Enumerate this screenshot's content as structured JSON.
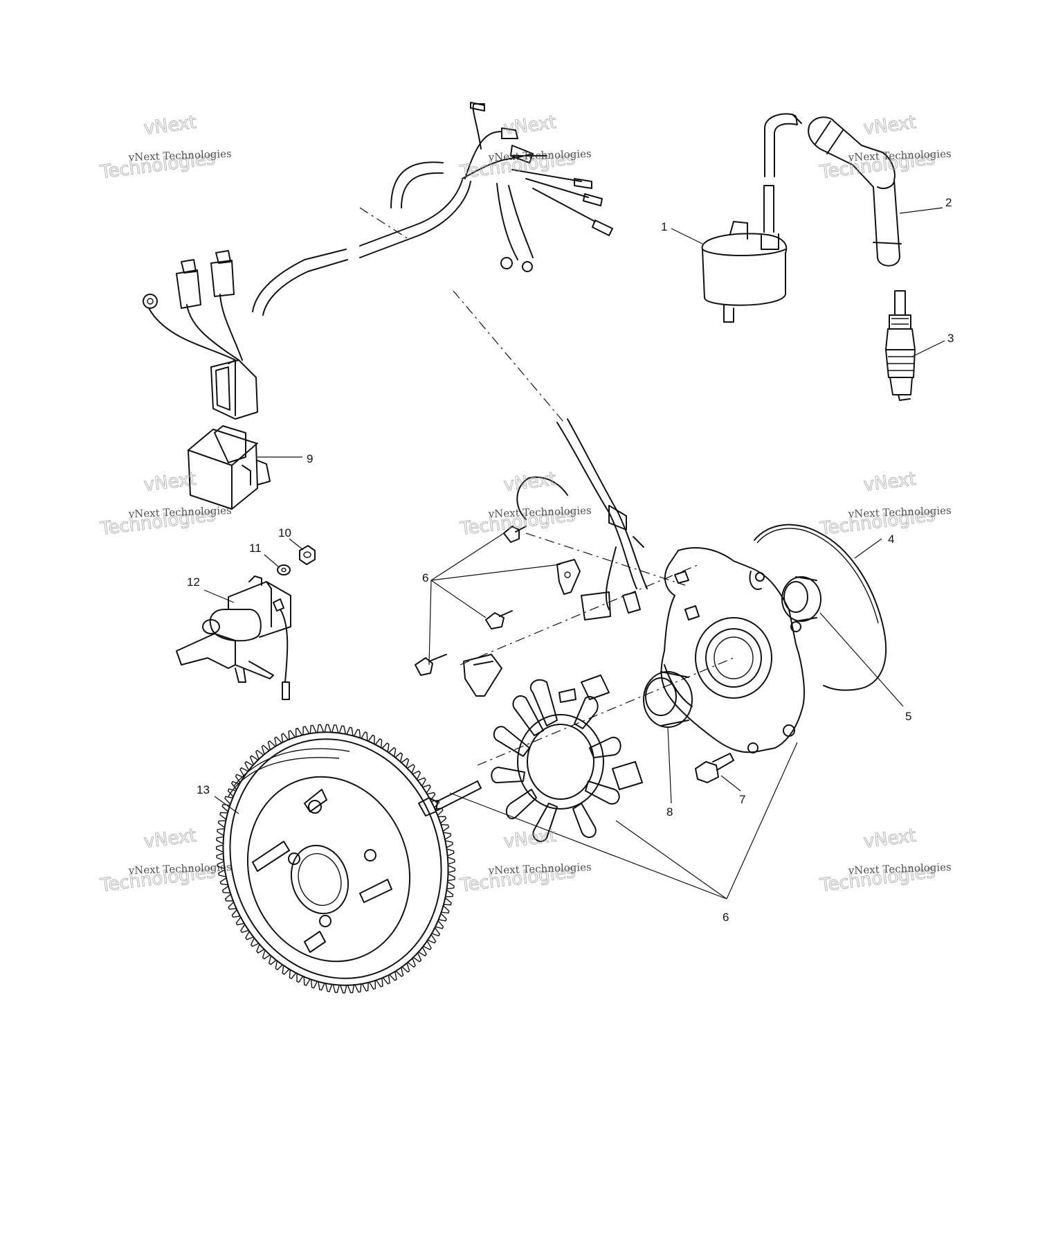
{
  "callouts": [
    "1",
    "2",
    "3",
    "4",
    "5",
    "6",
    "6",
    "7",
    "8",
    "9",
    "10",
    "11",
    "12",
    "13"
  ],
  "watermark": {
    "line1": "vNext Technologies",
    "line2": "vNext",
    "line3": "Technologies"
  }
}
